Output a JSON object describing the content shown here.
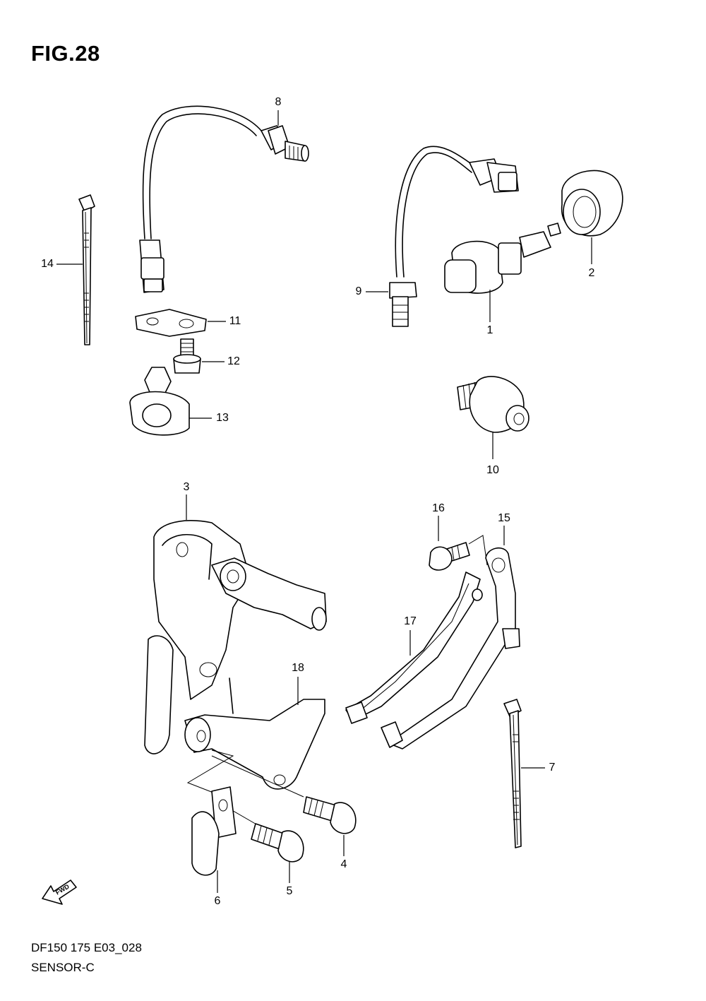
{
  "figure": {
    "title": "FIG.28",
    "model_code": "DF150 175 E03_028",
    "section_name": "SENSOR-C"
  },
  "fwd_badge": {
    "label": "FWD"
  },
  "callouts": [
    {
      "id": "c1",
      "label": "1"
    },
    {
      "id": "c2",
      "label": "2"
    },
    {
      "id": "c3",
      "label": "3"
    },
    {
      "id": "c4",
      "label": "4"
    },
    {
      "id": "c5",
      "label": "5"
    },
    {
      "id": "c6",
      "label": "6"
    },
    {
      "id": "c7",
      "label": "7"
    },
    {
      "id": "c8",
      "label": "8"
    },
    {
      "id": "c9",
      "label": "9"
    },
    {
      "id": "c10",
      "label": "10"
    },
    {
      "id": "c11",
      "label": "11"
    },
    {
      "id": "c12",
      "label": "12"
    },
    {
      "id": "c13",
      "label": "13"
    },
    {
      "id": "c14",
      "label": "14"
    },
    {
      "id": "c15",
      "label": "15"
    },
    {
      "id": "c16",
      "label": "16"
    },
    {
      "id": "c17",
      "label": "17"
    },
    {
      "id": "c18",
      "label": "18"
    }
  ]
}
